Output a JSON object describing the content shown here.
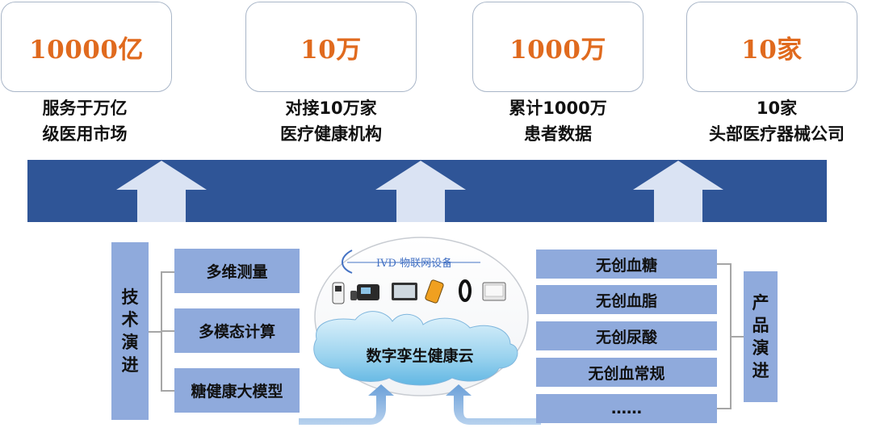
{
  "stats": [
    {
      "value": "10000亿",
      "desc_line1": "服务于万亿",
      "desc_line2": "级医用市场"
    },
    {
      "value": "10万",
      "desc_line1": "对接10万家",
      "desc_line2": "医疗健康机构"
    },
    {
      "value": "1000万",
      "desc_line1": "累计1000万",
      "desc_line2": "患者数据"
    },
    {
      "value": "10家",
      "desc_line1": "10家",
      "desc_line2": "头部医疗器械公司"
    }
  ],
  "tech_evolution": {
    "label_chars": [
      "技",
      "术",
      "演",
      "进"
    ],
    "items": [
      "多维测量",
      "多模态计算",
      "糖健康大模型"
    ]
  },
  "center": {
    "ivd_label": "IVD 物联网设备",
    "cloud_label": "数字孪生健康云",
    "devices": [
      "glucose-meter-icon",
      "blood-pressure-monitor-icon",
      "tablet-device-icon",
      "handheld-analyzer-icon",
      "fitness-band-icon",
      "monitor-screen-icon"
    ]
  },
  "product_evolution": {
    "label_chars": [
      "产",
      "品",
      "演",
      "进"
    ],
    "items": [
      "无创血糖",
      "无创血脂",
      "无创尿酸",
      "无创血常规",
      "……"
    ]
  },
  "colors": {
    "accent_orange": "#e06a1e",
    "banner_blue": "#2f5597",
    "box_blue": "#8faadc",
    "arrow_light": "#dae3f3"
  }
}
